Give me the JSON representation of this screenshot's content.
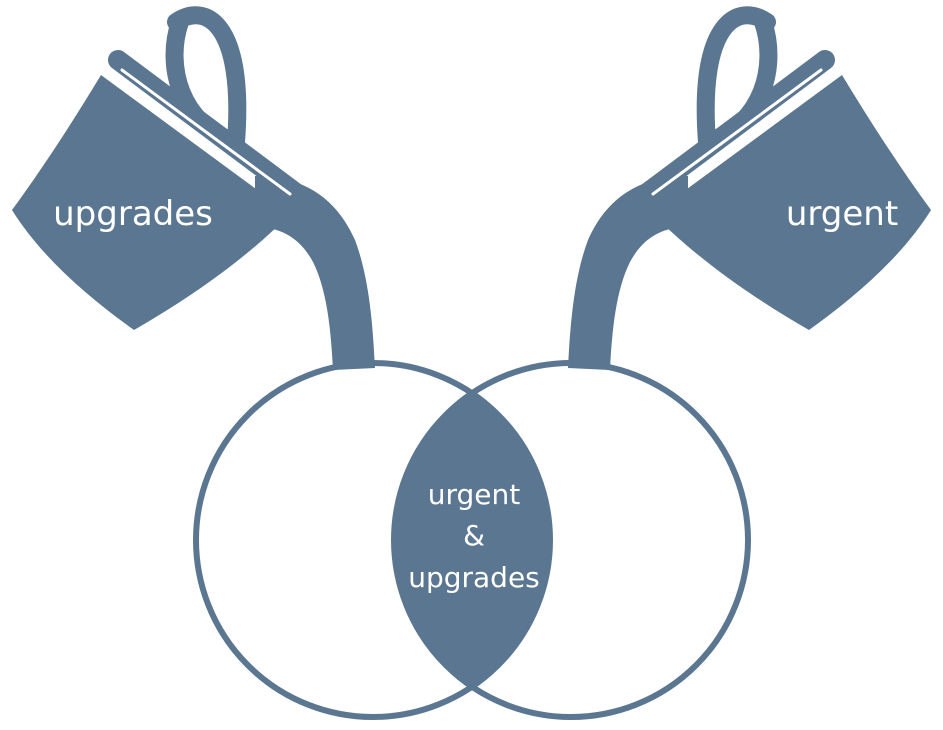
{
  "colors": {
    "primary": "#5b7691",
    "background": "#ffffff",
    "text_on_primary": "#ffffff"
  },
  "left_bucket": {
    "label": "upgrades",
    "icon": "pouring-bucket-icon"
  },
  "right_bucket": {
    "label": "urgent",
    "icon": "pouring-bucket-icon"
  },
  "intersection": {
    "line1": "urgent",
    "line2": "&",
    "line3": "upgrades"
  }
}
